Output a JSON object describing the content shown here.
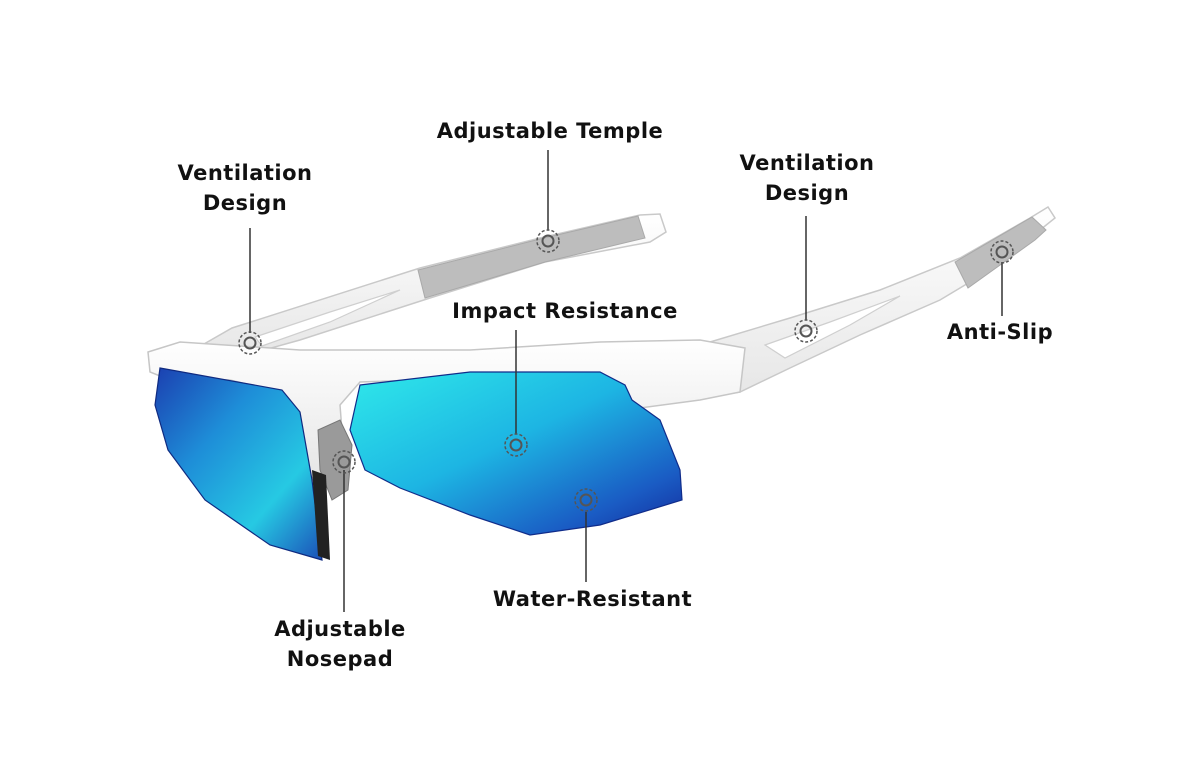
{
  "colors": {
    "background": "#ffffff",
    "frame": "#f6f6f6",
    "frame_outline": "#c9c9c9",
    "grip": "#b9b9b9",
    "lens_light": "#2de6e8",
    "lens_mid": "#1aa7de",
    "lens_dark": "#1536a8",
    "callout_line": "#333333",
    "marker": "#555555"
  },
  "callouts": {
    "ventilation_left": {
      "line1": "Ventilation",
      "line2": "Design"
    },
    "adjustable_temple": {
      "line1": "Adjustable Temple"
    },
    "ventilation_right": {
      "line1": "Ventilation",
      "line2": "Design"
    },
    "impact_resistance": {
      "line1": "Impact Resistance"
    },
    "anti_slip": {
      "line1": "Anti-Slip"
    },
    "water_resistant": {
      "line1": "Water-Resistant"
    },
    "adjustable_nosepad": {
      "line1": "Adjustable",
      "line2": "Nosepad"
    }
  }
}
